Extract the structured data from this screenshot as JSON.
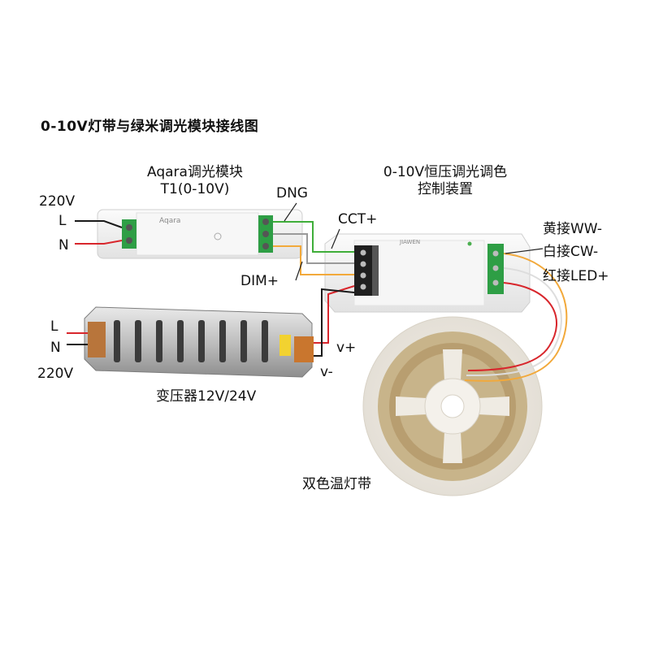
{
  "title": "0-10V灯带与绿米调光模块接线图",
  "aqara_module": {
    "name_line1": "Aqara调光模块",
    "name_line2": "T1(0-10V)",
    "brand": "Aqara",
    "input_voltage": "220V",
    "live": "L",
    "neutral": "N",
    "out_dng": "DNG",
    "out_dim": "DIM+"
  },
  "controller": {
    "name_line1": "0-10V恒压调光调色",
    "name_line2": "控制装置",
    "brand": "JIAWEN",
    "cct_label": "CCT+"
  },
  "transformer": {
    "name": "变压器12V/24V",
    "input_voltage": "220V",
    "live": "L",
    "neutral": "N",
    "v_plus": "v+",
    "v_minus": "v-"
  },
  "led_strip": {
    "name": "双色温灯带",
    "wire_ww": "黄接WW-",
    "wire_cw": "白接CW-",
    "wire_led": "红接LED+"
  },
  "colors": {
    "wire_green": "#3fae3a",
    "wire_gray": "#9a9a9a",
    "wire_orange": "#f2a93b",
    "wire_red": "#d8262c",
    "wire_black": "#1a1a1a",
    "terminal_green": "#2e9e45",
    "led_strip_tone": "#c8b48a"
  }
}
